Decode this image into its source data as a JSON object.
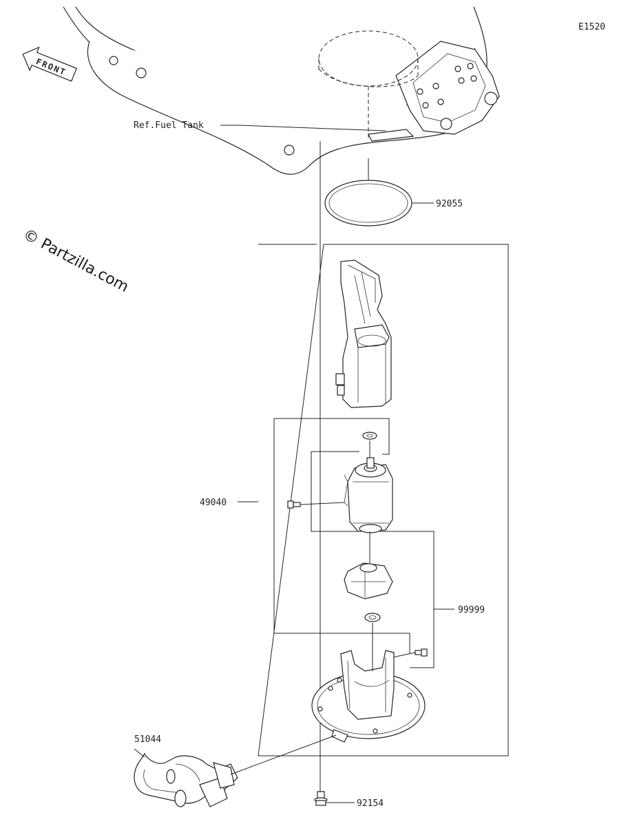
{
  "diagram_code": "E1520",
  "front_label": "FRONT",
  "watermark": "© Partzilla.com",
  "labels": {
    "ref_fuel_tank": "Ref.Fuel Tank",
    "p92055": "92055",
    "p49040": "49040",
    "p99999": "99999",
    "p51044": "51044",
    "p92154": "92154"
  }
}
